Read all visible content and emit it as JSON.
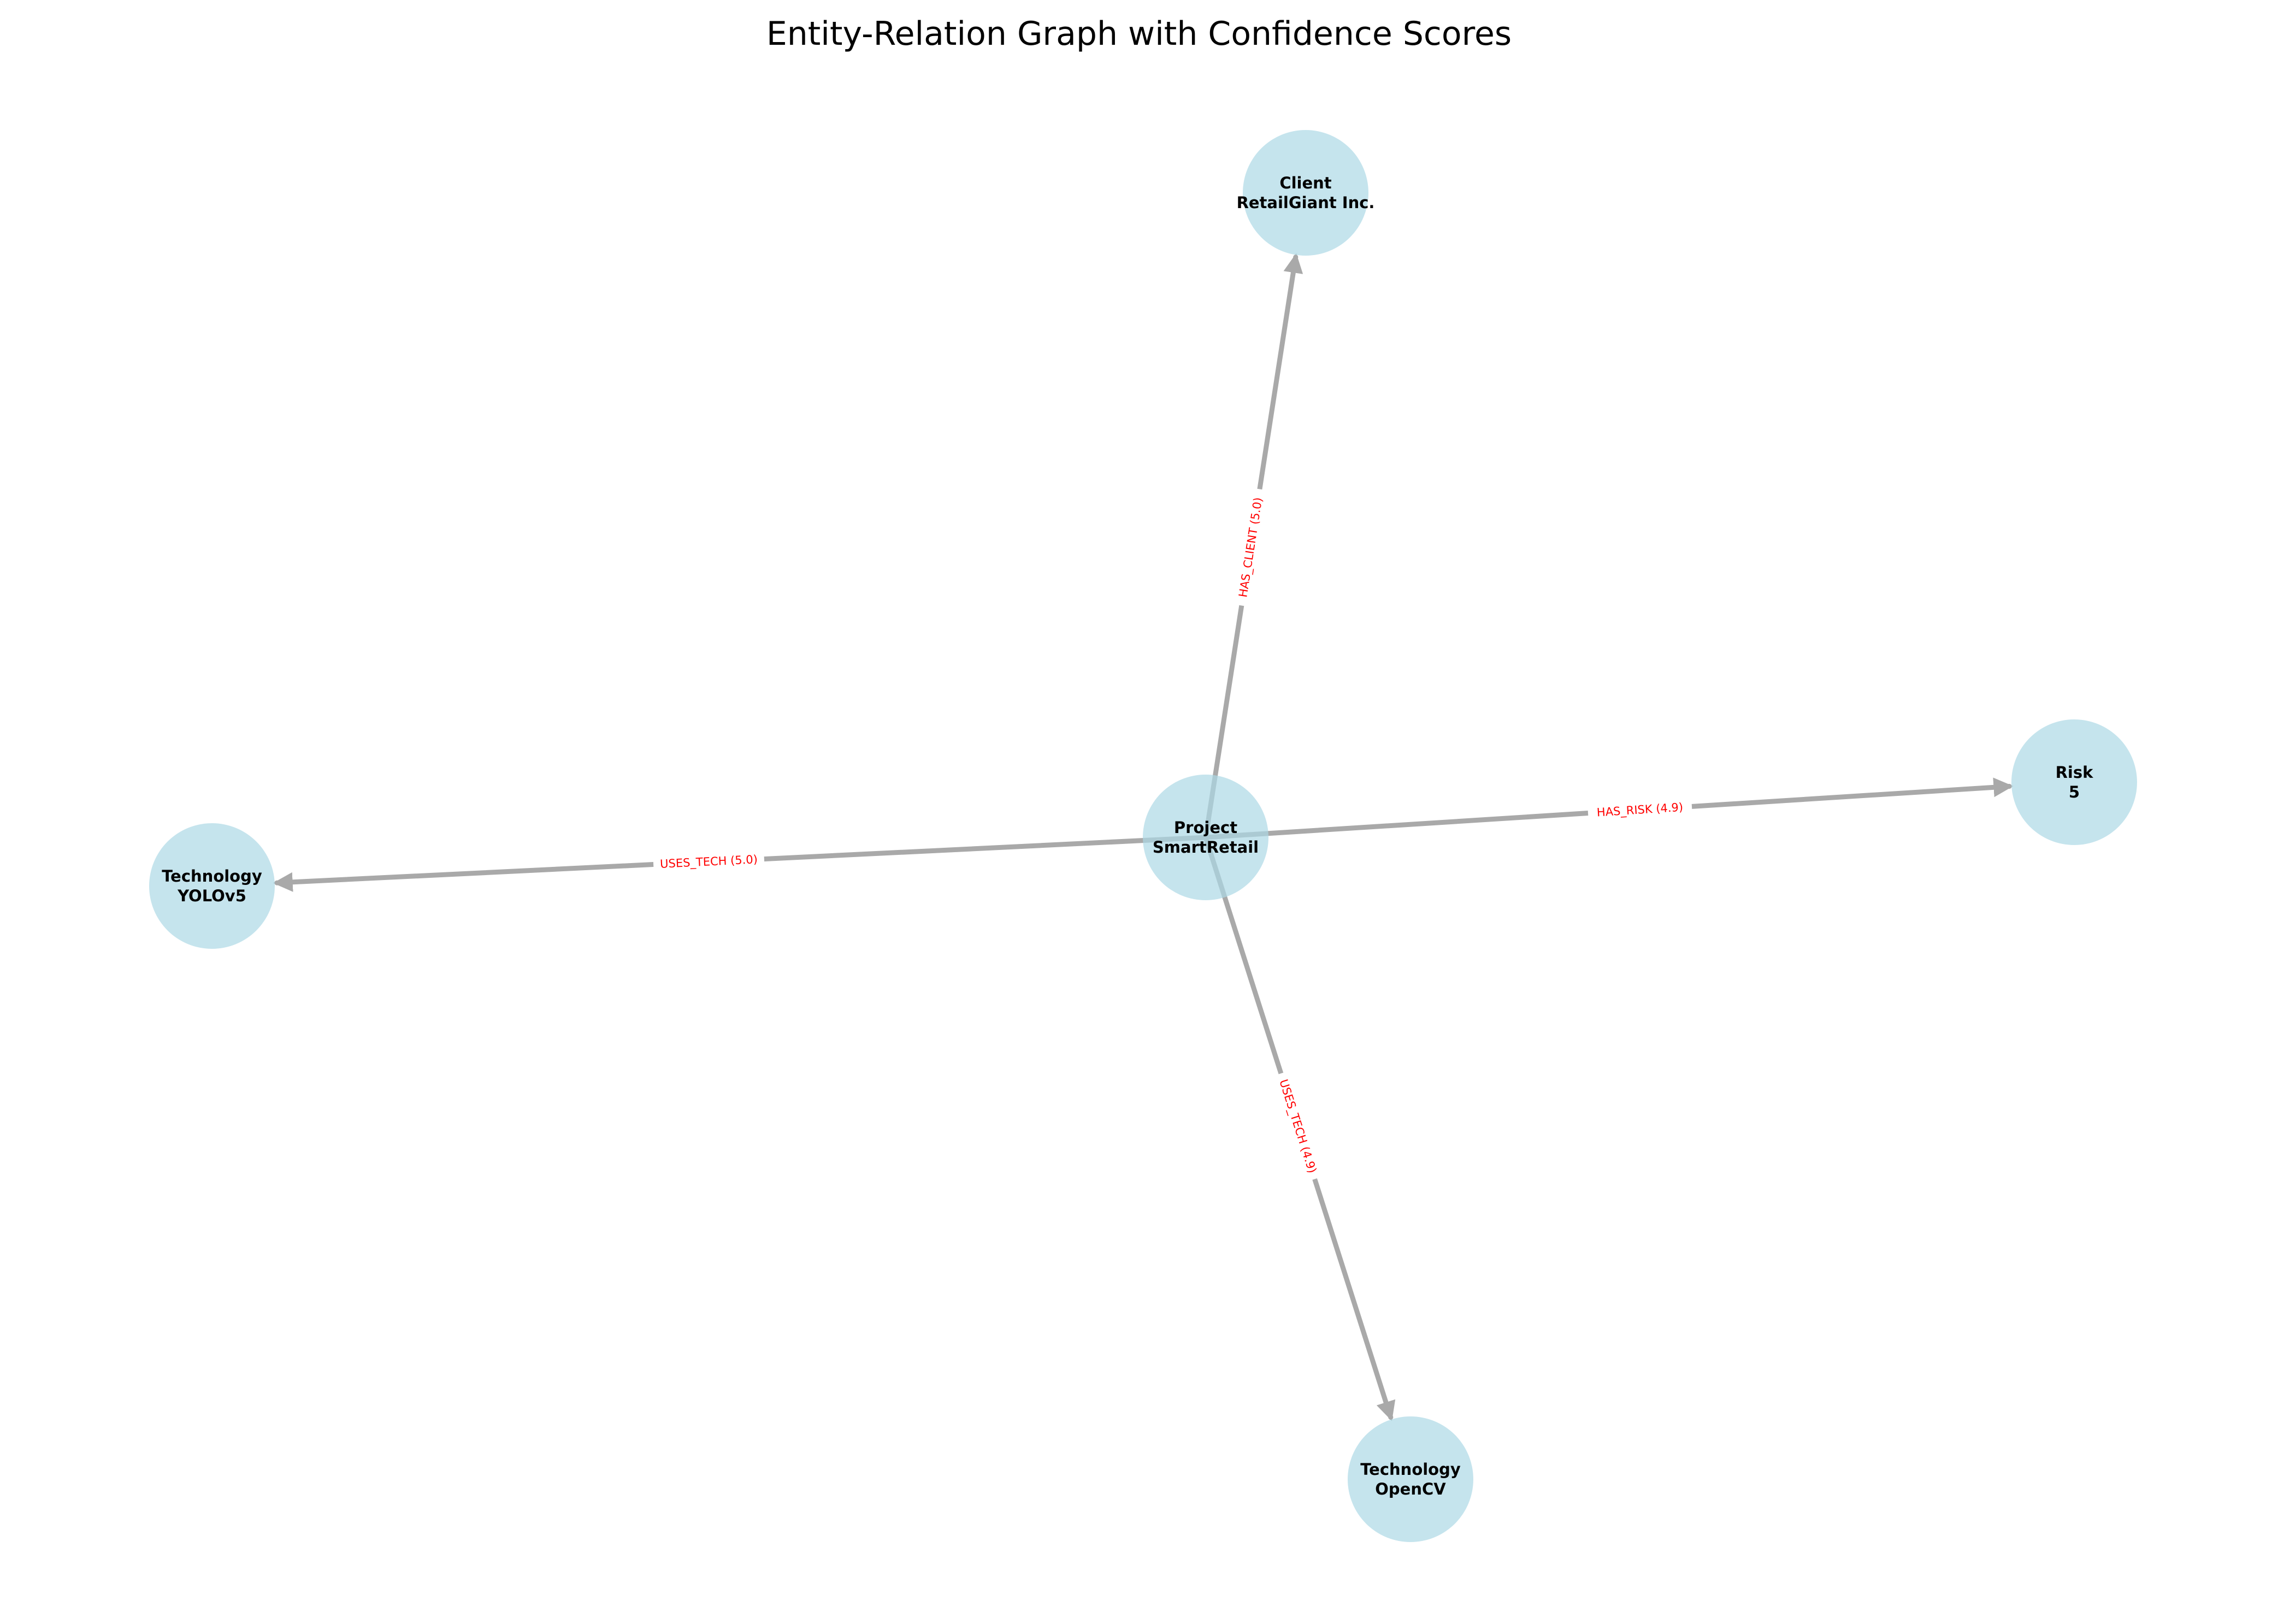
{
  "title": "Entity-Relation Graph with Confidence Scores",
  "colors": {
    "node_fill": "#add8e6",
    "edge": "#a9a9a9",
    "edge_label": "#ff0000",
    "label_box": "#ffffff"
  },
  "nodes": [
    {
      "id": "project",
      "lines": [
        "Project",
        "SmartRetail"
      ]
    },
    {
      "id": "client",
      "lines": [
        "Client",
        "RetailGiant Inc."
      ]
    },
    {
      "id": "risk",
      "lines": [
        "Risk",
        "5"
      ]
    },
    {
      "id": "yolo",
      "lines": [
        "Technology",
        "YOLOv5"
      ]
    },
    {
      "id": "opencv",
      "lines": [
        "Technology",
        "OpenCV"
      ]
    }
  ],
  "edges": [
    {
      "source": "project",
      "target": "client",
      "label": "HAS_CLIENT (5.0)"
    },
    {
      "source": "project",
      "target": "risk",
      "label": "HAS_RISK (4.9)"
    },
    {
      "source": "project",
      "target": "yolo",
      "label": "USES_TECH (5.0)"
    },
    {
      "source": "project",
      "target": "opencv",
      "label": "USES_TECH (4.9)"
    }
  ]
}
